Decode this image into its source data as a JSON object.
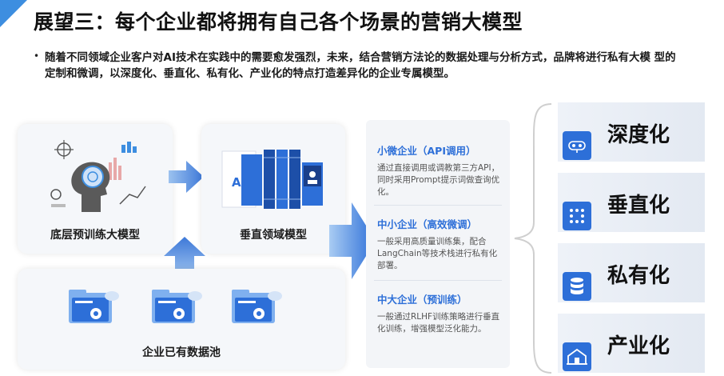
{
  "title": "展望三：每个企业都将拥有自己各个场景的营销大模型",
  "bullet": {
    "marker": "•",
    "text": "随着不同领域企业客户对AI技术在实践中的需要愈发强烈，未来，结合营销方法论的数据处理与分析方式，品牌将进行私有大模 型的定制和微调，以深度化、垂直化、私有化、产业化的特点打造差异化的企业专属模型。"
  },
  "diagram": {
    "base_model_label": "底层预训练大模型",
    "vertical_model_label": "垂直领域模型",
    "vertical_ai_text": "AI",
    "data_pool_label": "企业已有数据池"
  },
  "enterprise_types": [
    {
      "heading": "小微企业（API调用）",
      "text": "通过直接调用或调教第三方API，同时采用Prompt提示词做查询优化。"
    },
    {
      "heading": "中小企业（高效微调）",
      "text": "一般采用高质量训练集，配合LangChain等技术栈进行私有化部署。"
    },
    {
      "heading": "中大企业（预训练）",
      "text": "一般通过RLHF训练策略进行垂直化训练，增强模型泛化能力。"
    }
  ],
  "features": [
    {
      "label": "深度化",
      "icon": "robot-icon"
    },
    {
      "label": "垂直化",
      "icon": "nodes-icon"
    },
    {
      "label": "私有化",
      "icon": "database-icon"
    },
    {
      "label": "产业化",
      "icon": "factory-icon"
    }
  ],
  "colors": {
    "accent": "#2d6fd8",
    "corner": "#3d8ee0",
    "panel": "#f5f7fa"
  }
}
